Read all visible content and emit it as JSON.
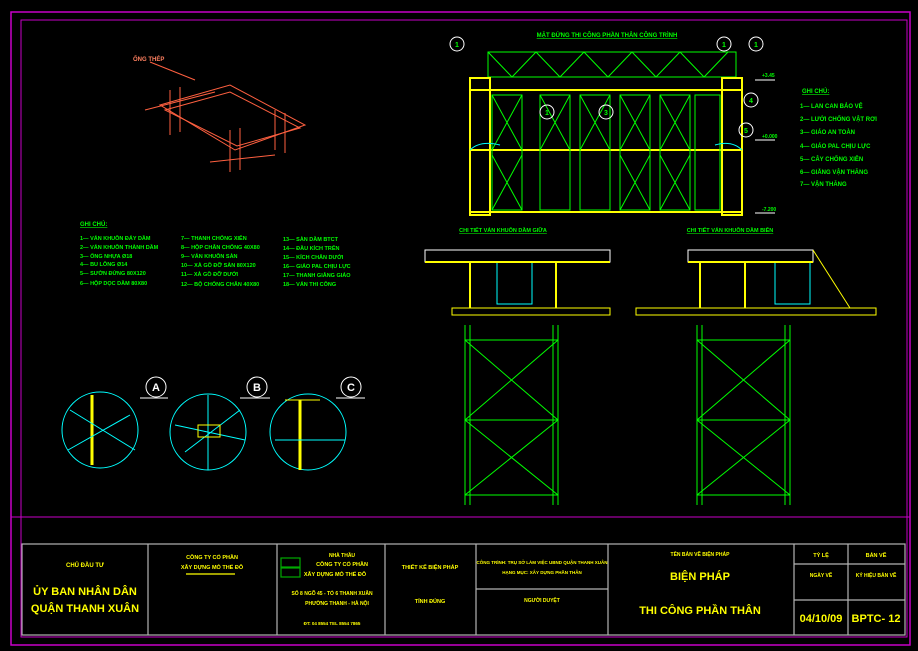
{
  "colors": {
    "frame": "#c800c8",
    "yellow": "#ffff00",
    "green": "#00ff00",
    "cyan": "#00ffff",
    "red": "#ff6040",
    "grey": "#b4b4b4"
  },
  "top_detail": {
    "label": "ỐNG THÉP"
  },
  "legend_left": {
    "title": "GHI CHÚ:",
    "col1": [
      "1— VÁN KHUÔN ĐÁY DẦM",
      "2— VÁN KHUÔN THÀNH DẦM",
      "3— ỐNG NHỰA Ø18",
      "4— BU LÔNG Ø14",
      "5— SƯỜN ĐỨNG 80X120",
      "6— HỘP DỌC DẦM 80X80"
    ],
    "col2": [
      "7— THANH CHỐNG XIÊN",
      "8— HỘP CHÂN CHỐNG 40X80",
      "9— VÁN KHUÔN SÀN",
      "10— XÀ GỒ ĐỠ SÀN 80X120",
      "11— XÀ GỒ ĐỠ DƯỚI",
      "12— BỘ CHỐNG CHÂN 40X80"
    ],
    "col3": [
      "13— SÀN DẦM BTCT",
      "14— ĐẦU KÍCH TRÊN",
      "15— KÍCH CHÂN DƯỚI",
      "16— GIÁO PAL CHỊU LỰC",
      "17— THANH GIẰNG GIÁO",
      "18— VÁN THI CÔNG"
    ]
  },
  "details": {
    "a": "A",
    "b": "B",
    "c": "C"
  },
  "elevation": {
    "title": "MẶT ĐỨNG THI CÔNG PHẦN THÂN CÔNG TRÌNH",
    "level_top": "+3.45",
    "level_mid": "+0.000",
    "level_bot": "-7.200",
    "markers": [
      "1",
      "1",
      "1",
      "1",
      "3",
      "4",
      "5"
    ]
  },
  "legend_right": {
    "title": "GHI CHÚ:",
    "items": [
      "1— LAN CAN BẢO VỆ",
      "2— LƯỚI CHỐNG VẬT RƠI",
      "3— GIÁO AN TOÀN",
      "4— GIÁO PAL CHỊU LỰC",
      "5— CÂY CHỐNG XIÊN",
      "6— GIẰNG VẬN THĂNG",
      "7— VẬN THĂNG"
    ]
  },
  "section_left": {
    "title": "CHI TIẾT VÁN KHUÔN DẦM GIỮA"
  },
  "section_right": {
    "title": "CHI TIẾT VÁN KHUÔN DẦM BIÊN"
  },
  "title_block": {
    "owner_label": "CHỦ ĐẦU TƯ",
    "owner_1": "ỦY BAN NHÂN DÂN",
    "owner_2": "QUẬN THANH XUÂN",
    "company_1": "CÔNG TY CỔ PHẦN",
    "company_2": "XÂY DỰNG MỎ THỂ ĐÔ",
    "contractor_1": "NHÀ THẦU",
    "contractor_2": "CÔNG TY CỔ PHẦN",
    "contractor_3": "XÂY DỰNG MỎ THỂ ĐÔ",
    "addr_1": "SỐ 8 NGÕ 45 - TỔ 6 THANH XUÂN",
    "addr_2": "PHƯỜNG THANH - HÀ NỘI",
    "addr_3": "ĐT: 04 8554 TEL 8554 7865",
    "design_label": "THIẾT KẾ BIỆN PHÁP",
    "design_value": "TÍNH ĐÚNG",
    "project_1": "CÔNG TRÌNH: TRỤ SỞ LÀM VIỆC UBND QUẬN THANH XUÂN",
    "project_2": "HẠNG MỤC: XÂY DỰNG PHẦN THÂN",
    "approved_label": "NGƯỜI DUYỆT",
    "drawing_label": "TÊN BẢN VẼ BIỆN PHÁP",
    "drawing_1": "BIỆN PHÁP",
    "drawing_2": "THI CÔNG PHẦN THÂN",
    "scale_label": "TỶ LỆ",
    "sheet_label": "BẢN VẼ",
    "date_label": "NGÀY VẼ",
    "number_label": "KÝ HIỆU BẢN VẼ",
    "date": "04/10/09",
    "sheet_no": "BPTC- 12"
  }
}
